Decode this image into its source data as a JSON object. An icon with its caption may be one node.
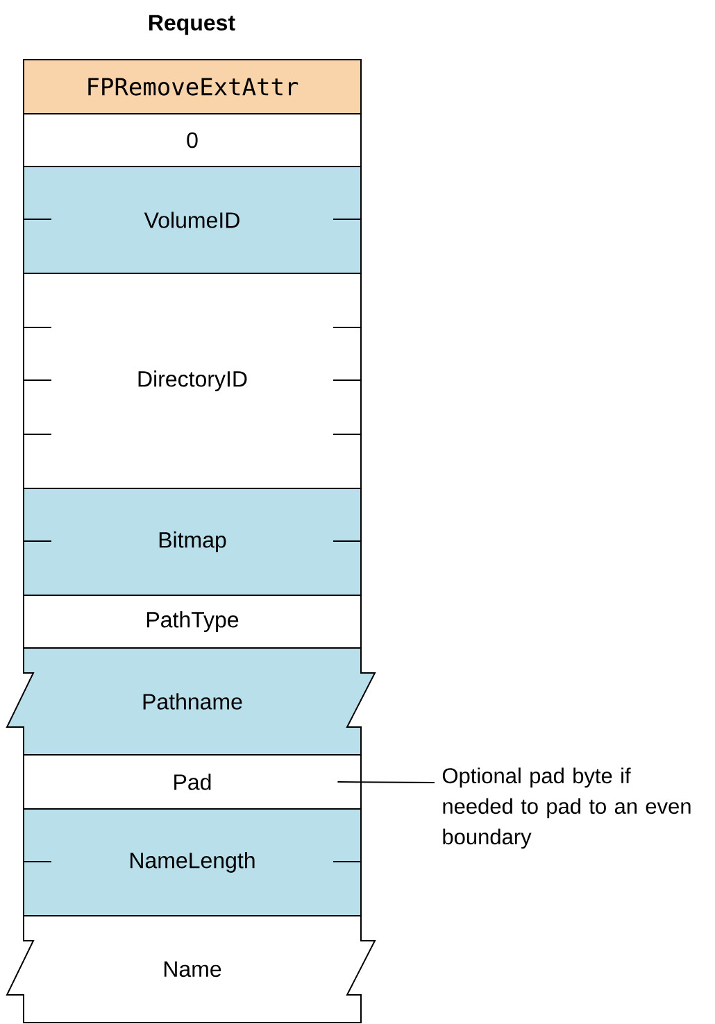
{
  "diagram": {
    "title": "Request",
    "nodes": [
      {
        "text": [
          "FPRemoveExtAttr"
        ]
      },
      {
        "text": [
          "0"
        ]
      },
      {
        "text": [
          "VolumeID"
        ]
      },
      {
        "text": [
          "DirectoryID"
        ]
      },
      {
        "text": [
          "Bitmap"
        ]
      },
      {
        "text": [
          "PathType"
        ]
      },
      {
        "text": [
          "Pathname"
        ]
      },
      {
        "text": [
          "Pad"
        ]
      },
      {
        "text": [
          "NameLength"
        ]
      },
      {
        "text": [
          "Name"
        ]
      },
      {
        "text": [
          "Optional pad byte if needed to pad to an even boundary"
        ]
      }
    ],
    "edges": [
      {
        "from": 10,
        "to": 7,
        "arrow": "none"
      }
    ]
  }
}
